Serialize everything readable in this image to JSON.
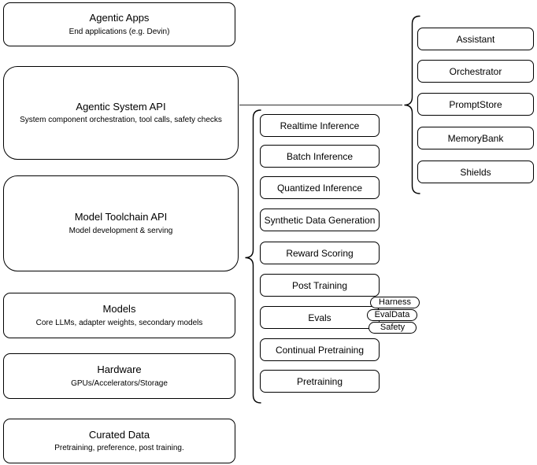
{
  "diagram": {
    "stack": [
      {
        "title": "Agentic Apps",
        "subtitle": "End applications (e.g. Devin)"
      },
      {
        "title": "Agentic System API",
        "subtitle": "System component orchestration, tool calls, safety checks"
      },
      {
        "title": "Model Toolchain API",
        "subtitle": "Model development & serving"
      },
      {
        "title": "Models",
        "subtitle": "Core LLMs, adapter weights, secondary models"
      },
      {
        "title": "Hardware",
        "subtitle": "GPUs/Accelerators/Storage"
      },
      {
        "title": "Curated Data",
        "subtitle": "Pretraining, preference, post training."
      }
    ],
    "toolchain": {
      "items": [
        "Realtime Inference",
        "Batch Inference",
        "Quantized Inference",
        "Synthetic Data Generation",
        "Reward Scoring",
        "Post Training",
        "Evals",
        "Continual Pretraining",
        "Pretraining"
      ],
      "eval_tags": [
        "Harness",
        "EvalData",
        "Safety"
      ]
    },
    "system_components": {
      "items": [
        "Assistant",
        "Orchestrator",
        "PromptStore",
        "MemoryBank",
        "Shields"
      ]
    },
    "colors": {
      "stroke": "#000000",
      "fill": "#ffffff",
      "text": "#000000",
      "connector": "#4d4d4d"
    }
  }
}
